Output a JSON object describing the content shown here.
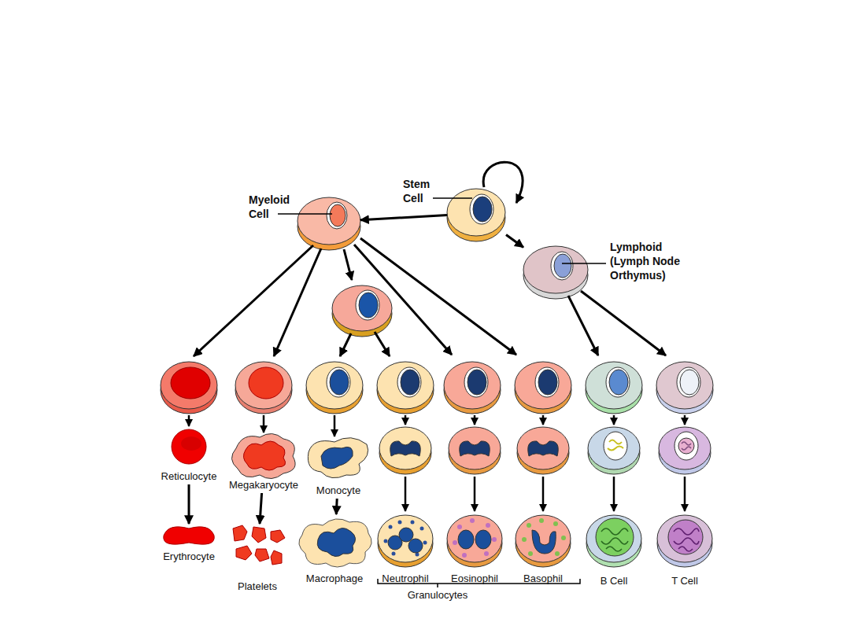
{
  "diagram": {
    "nodes": [
      {
        "text": [
          "Myeloid Cell"
        ]
      },
      {
        "text": [
          "Stem Cell"
        ]
      },
      {
        "text": [
          "Lymphoid (Lymph Node Orthymus)"
        ]
      },
      {
        "text": [
          "Reticulocyte"
        ]
      },
      {
        "text": [
          "Megakaryocyte"
        ]
      },
      {
        "text": [
          "Monocyte"
        ]
      },
      {
        "text": [
          "Erythrocyte"
        ]
      },
      {
        "text": [
          "Platelets"
        ]
      },
      {
        "text": [
          "Macrophage"
        ]
      },
      {
        "text": [
          "Neutrophil"
        ]
      },
      {
        "text": [
          "Eosinophil"
        ]
      },
      {
        "text": [
          "Basophil"
        ]
      },
      {
        "text": [
          "B Cell"
        ]
      },
      {
        "text": [
          "T Cell"
        ]
      }
    ],
    "edges": [
      {
        "from": 1,
        "to": 0,
        "arrow": "to"
      },
      {
        "from": 1,
        "to": 2,
        "arrow": "to"
      },
      {
        "from": 3,
        "to": 6,
        "arrow": "to"
      },
      {
        "from": 4,
        "to": 7,
        "arrow": "to"
      },
      {
        "from": 5,
        "to": 8,
        "arrow": "to"
      }
    ],
    "labels": [
      "Granulocytes"
    ]
  }
}
